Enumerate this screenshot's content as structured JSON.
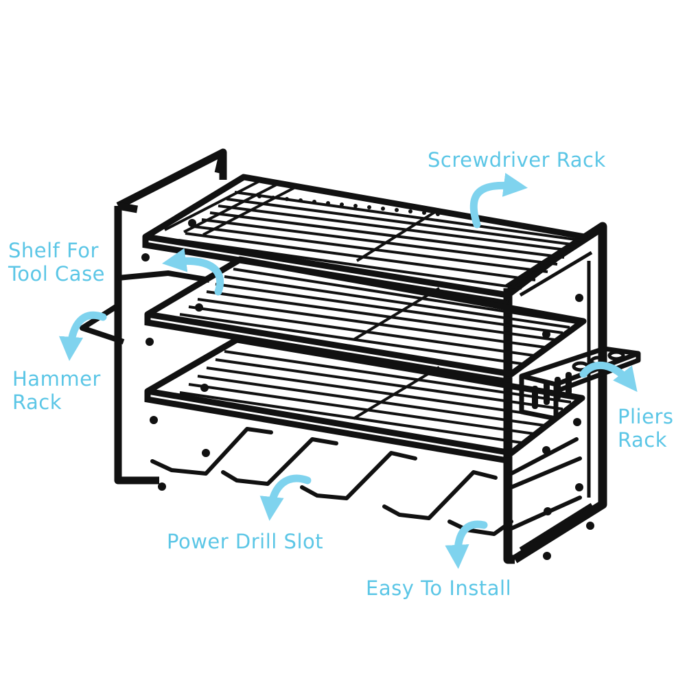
{
  "labels": {
    "screwdriver_rack": "Screwdriver Rack",
    "shelf_line1": "Shelf For",
    "shelf_line2": "Tool Case",
    "hammer_line1": "Hammer",
    "hammer_line2": "Rack",
    "pliers_line1": "Pliers",
    "pliers_line2": "Rack",
    "power_drill_slot": "Power Drill Slot",
    "easy_to_install": "Easy To Install"
  },
  "colors": {
    "label": "#5bc6e6",
    "arrow": "#7fd3ee",
    "metal": "#111111",
    "background": "#ffffff"
  },
  "illustration": {
    "object": "three-tier-wall-mounted-tool-rack",
    "shelves": 3,
    "drill_slots": 4,
    "callout_arrows": 6
  }
}
